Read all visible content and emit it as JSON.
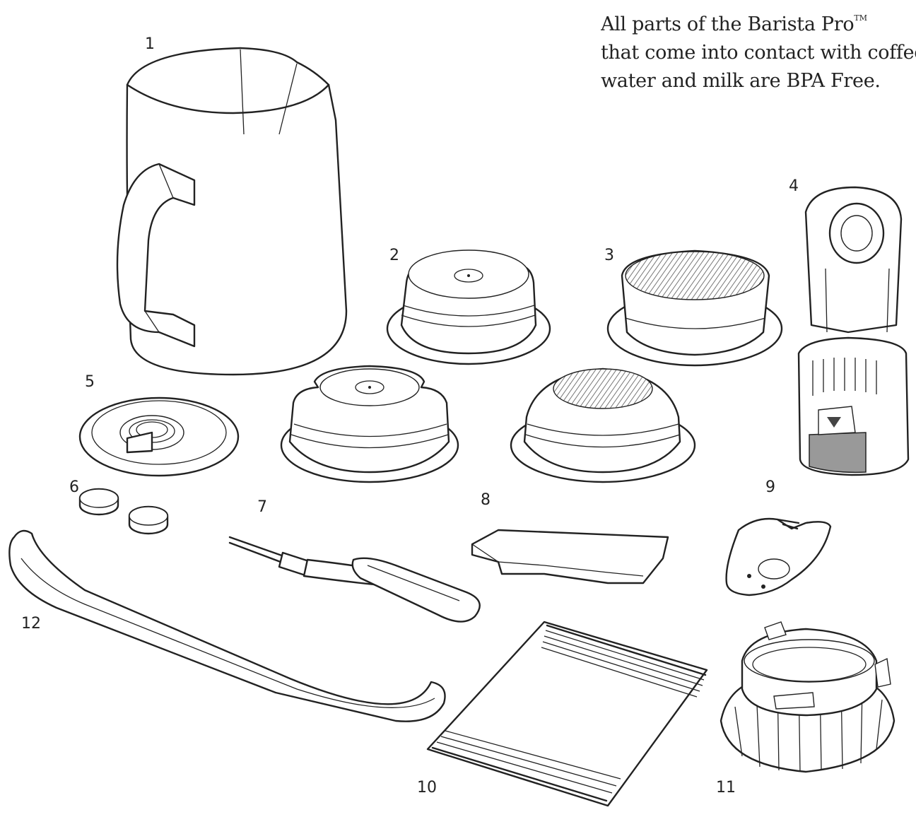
{
  "note": {
    "line1": "All parts of the Barista Pro",
    "tm": "TM",
    "line2": "that come into contact with coffee,",
    "line3": "water and milk are BPA Free."
  },
  "callouts": [
    "1",
    "2",
    "3",
    "4",
    "5",
    "6",
    "7",
    "8",
    "9",
    "10",
    "11",
    "12"
  ]
}
